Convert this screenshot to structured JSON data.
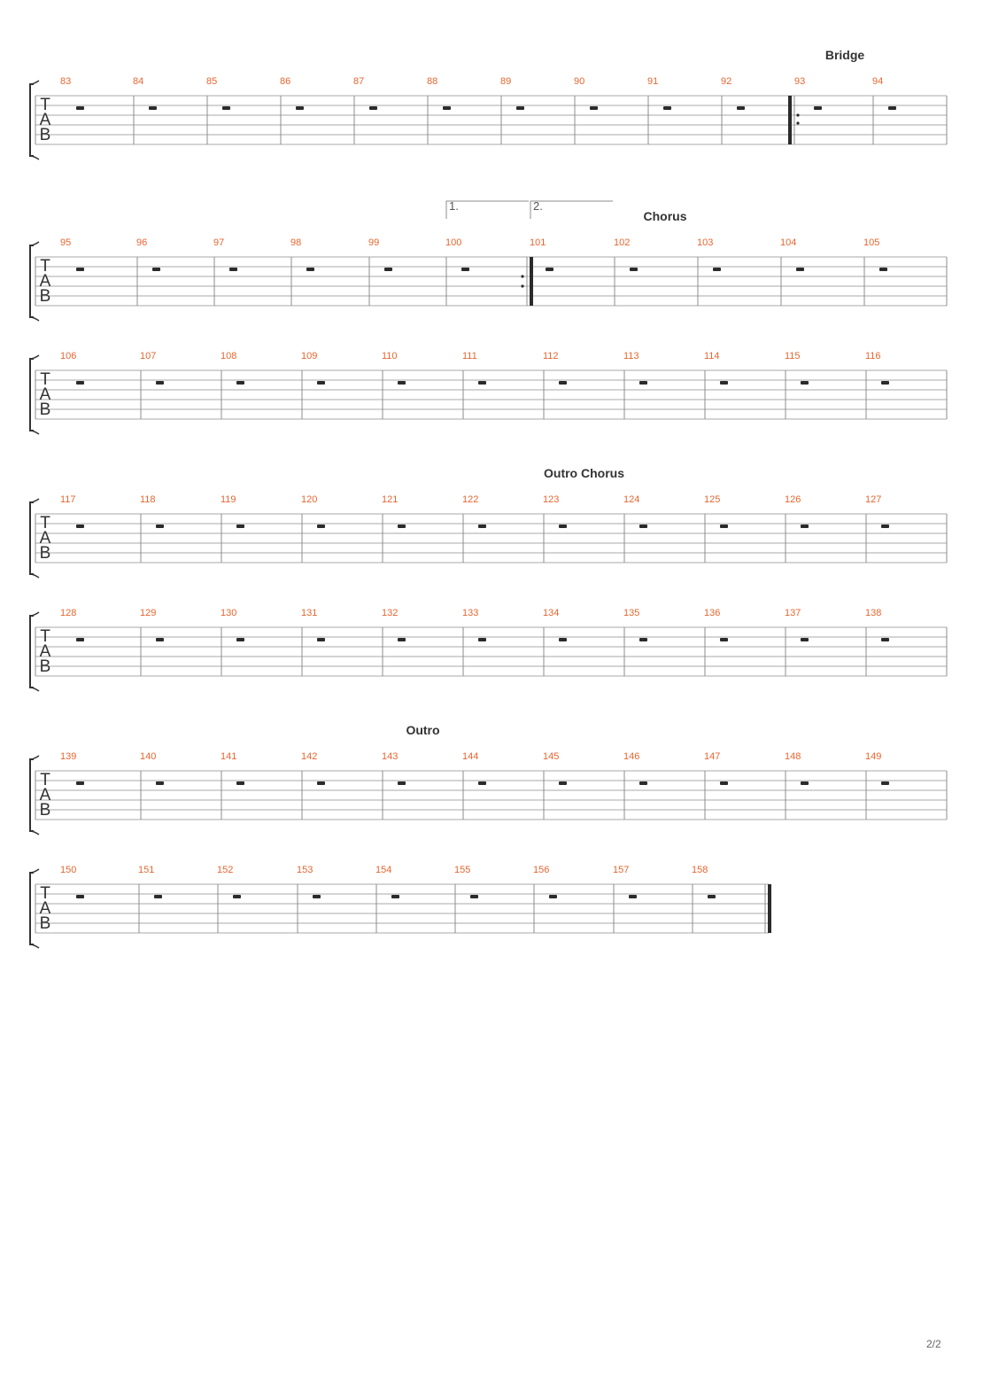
{
  "page": {
    "number": "2/2"
  },
  "colors": {
    "measure_number": "#e8652f",
    "staff_line": "#a9a9a9",
    "barline": "#8c8c8c",
    "rest": "#2b2b2b",
    "text": "#333333",
    "bracket": "#333333"
  },
  "tab_clef": [
    "T",
    "A",
    "B"
  ],
  "rest_icon": "whole-rest-icon",
  "systems": [
    {
      "measures": [
        "83",
        "84",
        "85",
        "86",
        "87",
        "88",
        "89",
        "90",
        "91",
        "92",
        "93",
        "94"
      ],
      "sections": [
        {
          "label": "Bridge",
          "measure": "93"
        }
      ],
      "repeat_start": "93",
      "repeat_end": null,
      "voltas": [],
      "final_barline": false
    },
    {
      "measures": [
        "95",
        "96",
        "97",
        "98",
        "99",
        "100",
        "101",
        "102",
        "103",
        "104",
        "105"
      ],
      "sections": [
        {
          "label": "Chorus",
          "measure": "102"
        }
      ],
      "repeat_start": null,
      "repeat_end": "100",
      "voltas": [
        {
          "label": "1.",
          "measure": "100"
        },
        {
          "label": "2.",
          "measure": "101"
        }
      ],
      "final_barline": false
    },
    {
      "measures": [
        "106",
        "107",
        "108",
        "109",
        "110",
        "111",
        "112",
        "113",
        "114",
        "115",
        "116"
      ],
      "sections": [],
      "repeat_start": null,
      "repeat_end": null,
      "voltas": [],
      "final_barline": false
    },
    {
      "measures": [
        "117",
        "118",
        "119",
        "120",
        "121",
        "122",
        "123",
        "124",
        "125",
        "126",
        "127"
      ],
      "sections": [
        {
          "label": "Outro Chorus",
          "measure": "123"
        }
      ],
      "repeat_start": null,
      "repeat_end": null,
      "voltas": [],
      "final_barline": false
    },
    {
      "measures": [
        "128",
        "129",
        "130",
        "131",
        "132",
        "133",
        "134",
        "135",
        "136",
        "137",
        "138"
      ],
      "sections": [],
      "repeat_start": null,
      "repeat_end": null,
      "voltas": [],
      "final_barline": false
    },
    {
      "measures": [
        "139",
        "140",
        "141",
        "142",
        "143",
        "144",
        "145",
        "146",
        "147",
        "148",
        "149"
      ],
      "sections": [
        {
          "label": "Outro",
          "measure": "143"
        }
      ],
      "repeat_start": null,
      "repeat_end": null,
      "voltas": [],
      "final_barline": false
    },
    {
      "measures": [
        "150",
        "151",
        "152",
        "153",
        "154",
        "155",
        "156",
        "157",
        "158"
      ],
      "sections": [],
      "repeat_start": null,
      "repeat_end": null,
      "voltas": [],
      "final_barline": true
    }
  ]
}
